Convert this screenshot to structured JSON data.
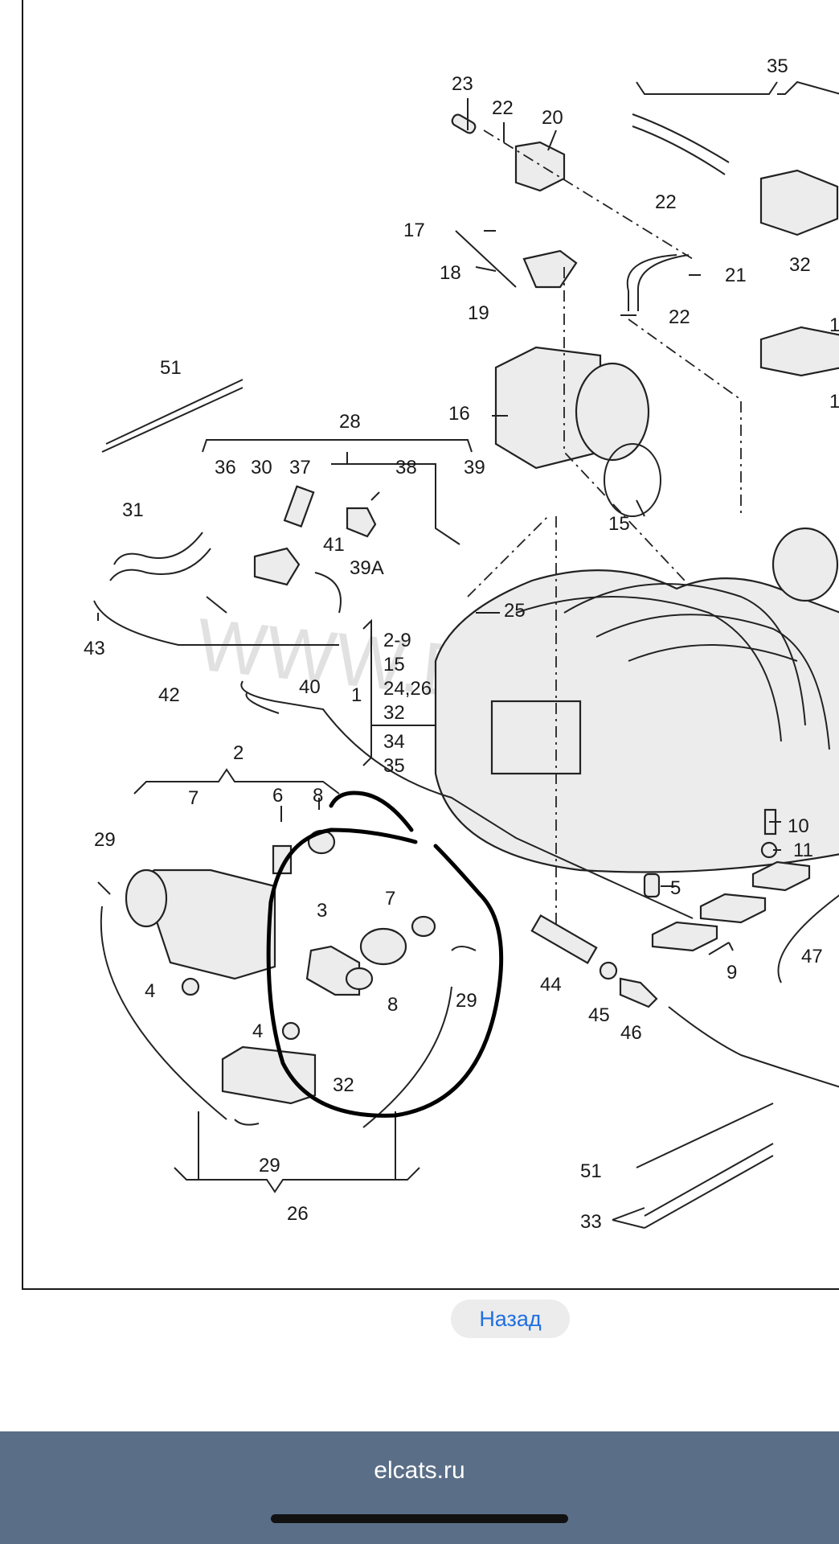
{
  "diagram": {
    "watermark": "WWW.ELCATS.RU",
    "labels": {
      "l23": "23",
      "l22a": "22",
      "l20": "20",
      "l35": "35",
      "l22b": "22",
      "l32a": "32",
      "l17": "17",
      "l18": "18",
      "l21": "21",
      "l19": "19",
      "l22c": "22",
      "l1a": "1",
      "l1b": "1",
      "l51a": "51",
      "l16": "16",
      "l28": "28",
      "l36": "36",
      "l30": "30",
      "l37": "37",
      "l38": "38",
      "l39": "39",
      "l15": "15",
      "l31": "31",
      "l41": "41",
      "l39a": "39A",
      "l25": "25",
      "l43": "43",
      "l42": "42",
      "g1": "2-9",
      "g2": "15",
      "g3": "24,26",
      "g4": "32",
      "g5": "34",
      "g6": "35",
      "l1c": "1",
      "l40": "40",
      "l2": "2",
      "l7a": "7",
      "l6": "6",
      "l8a": "8",
      "l29a": "29",
      "l3": "3",
      "l7b": "7",
      "l10": "10",
      "l11": "11",
      "l5": "5",
      "l4a": "4",
      "l8b": "8",
      "l29b": "29",
      "l9": "9",
      "l47": "47",
      "l44": "44",
      "l45": "45",
      "l46": "46",
      "l4b": "4",
      "l32b": "32",
      "l29c": "29",
      "l51b": "51",
      "l26": "26",
      "l33": "33"
    }
  },
  "back_button": "Назад",
  "footer": {
    "site": "elcats.ru"
  }
}
